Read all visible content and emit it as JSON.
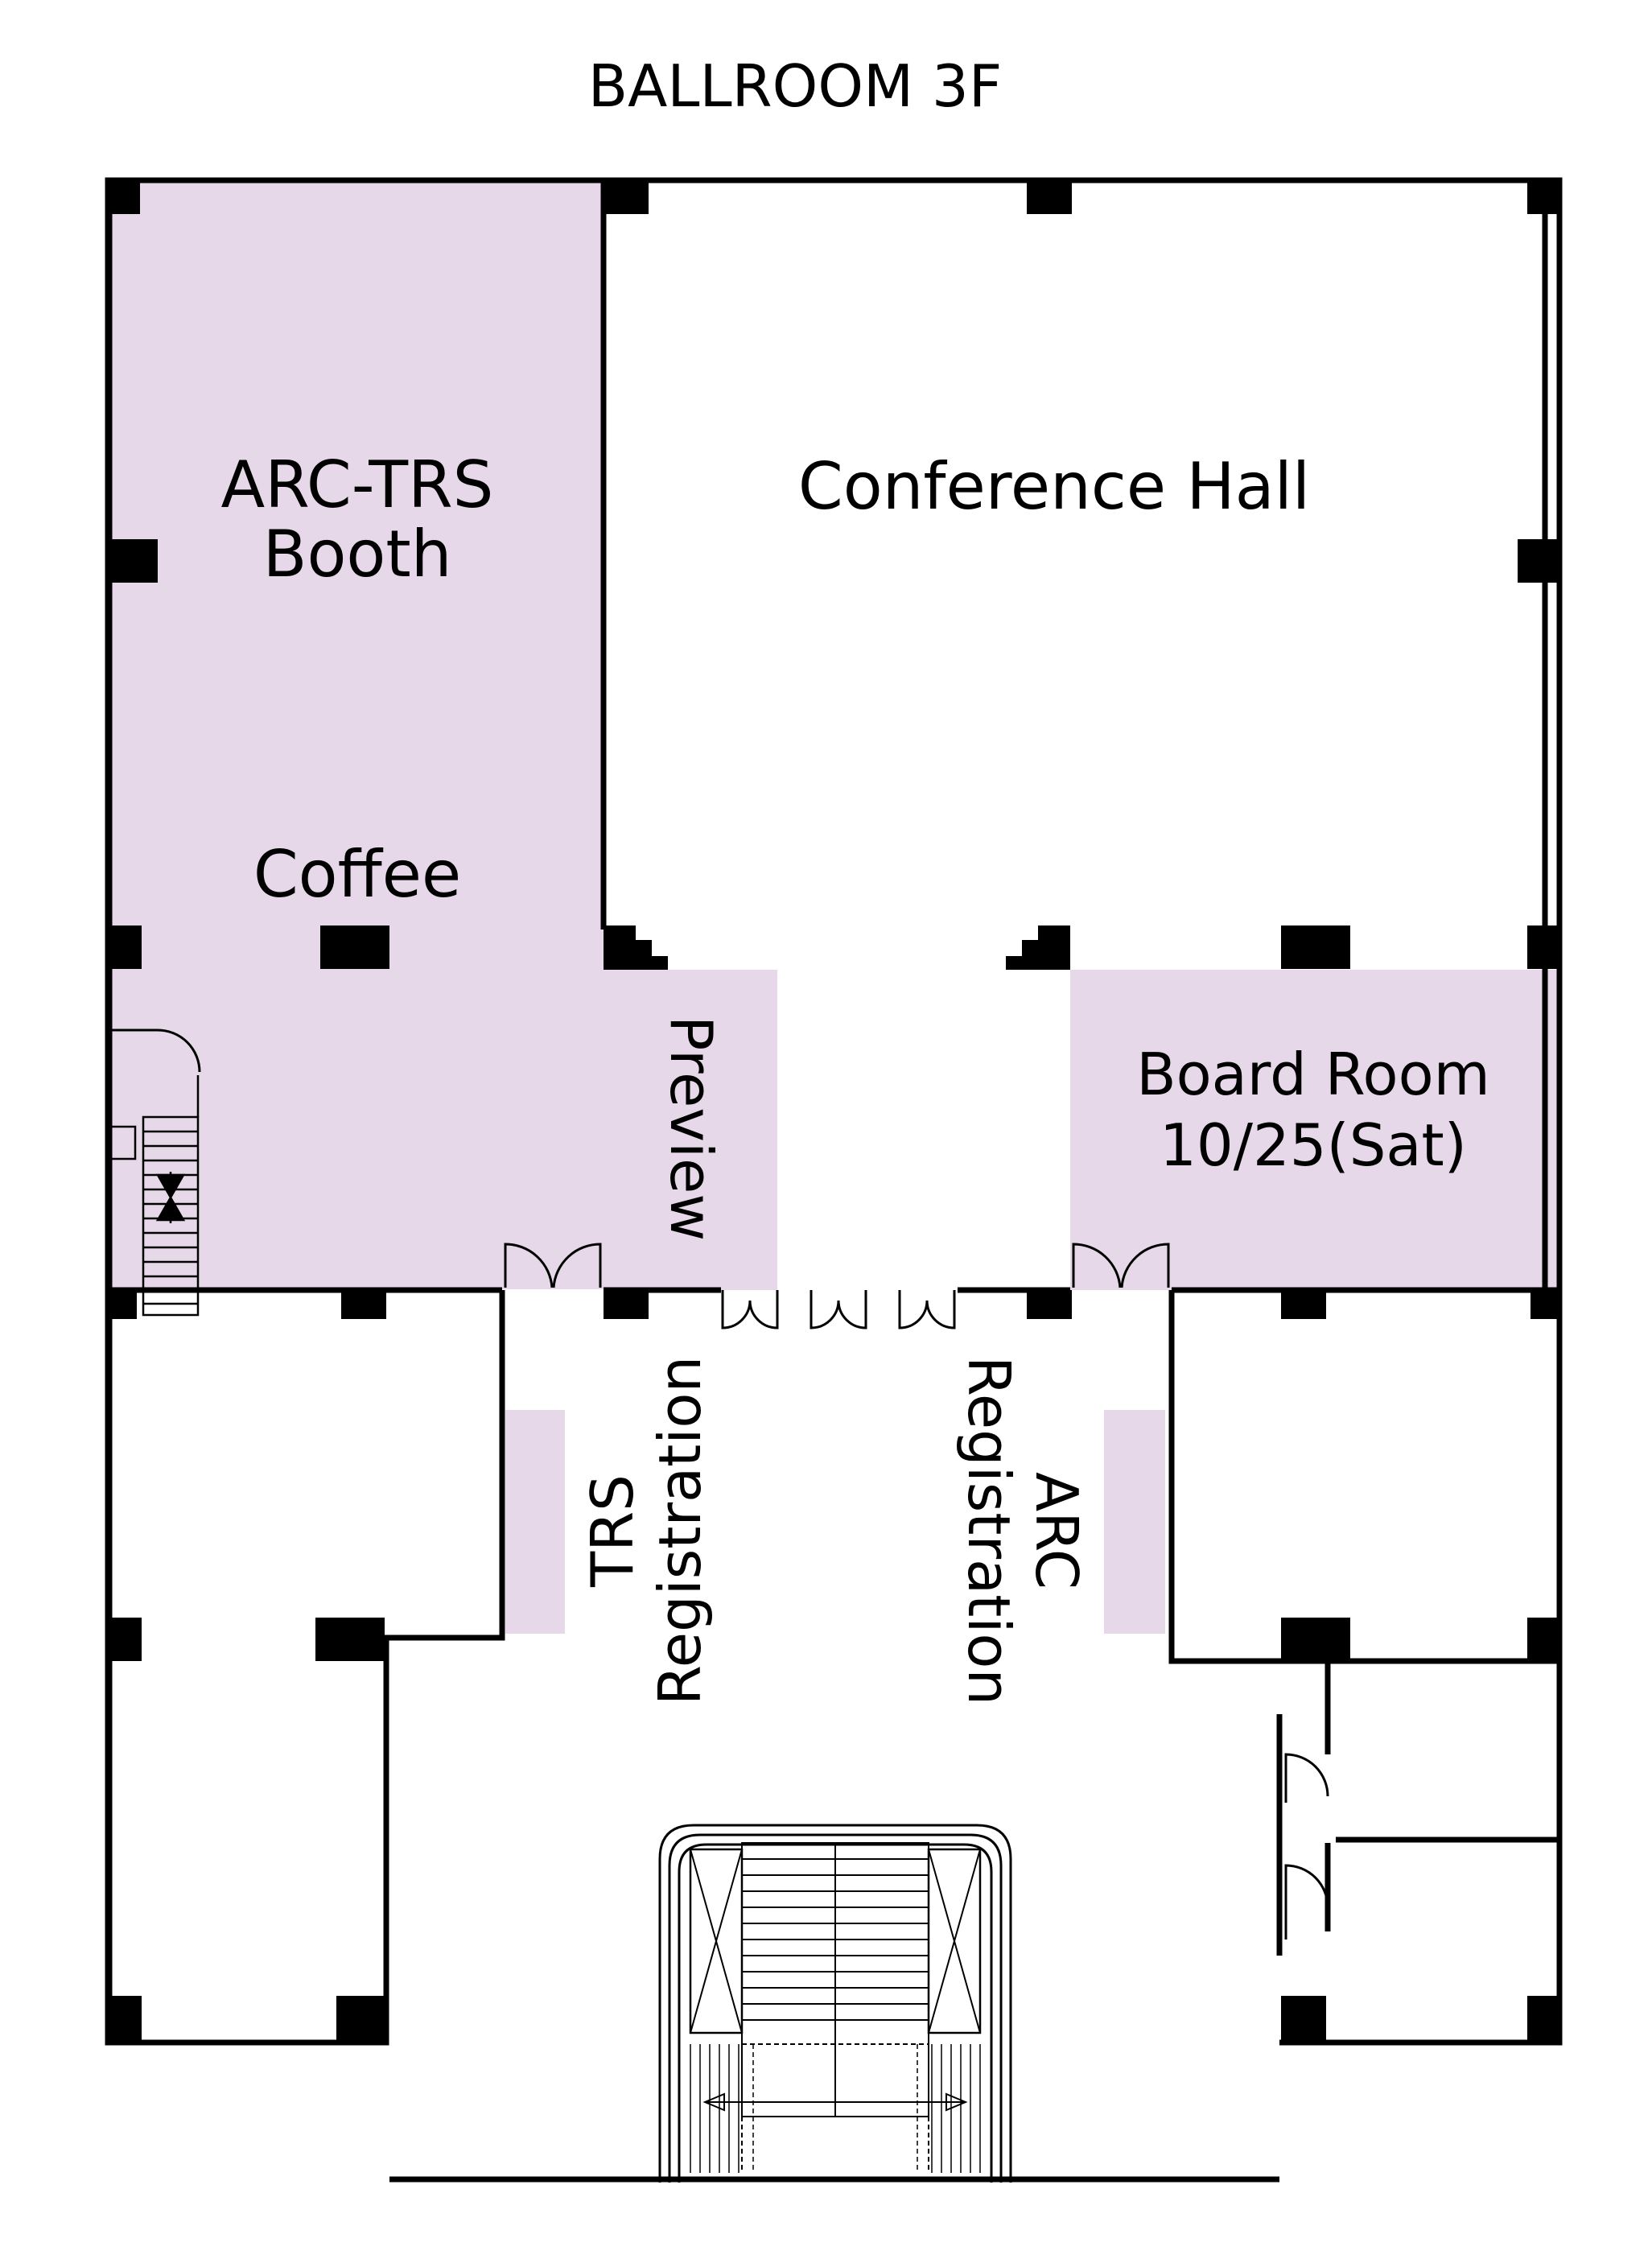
{
  "title": "BALLROOM 3F",
  "rooms": {
    "booth_line1": "ARC-TRS",
    "booth_line2": "Booth",
    "coffee": "Coffee",
    "conference_hall": "Conference Hall",
    "preview": "Preview",
    "board_room_line1": "Board Room",
    "board_room_line2": "10/25(Sat)",
    "trs_reg_line1": "TRS",
    "trs_reg_line2": "Registration",
    "arc_reg_line1": "ARC",
    "arc_reg_line2": "Registration"
  },
  "colors": {
    "highlight": "#e6d8e8",
    "wall": "#000000",
    "background": "#ffffff"
  }
}
